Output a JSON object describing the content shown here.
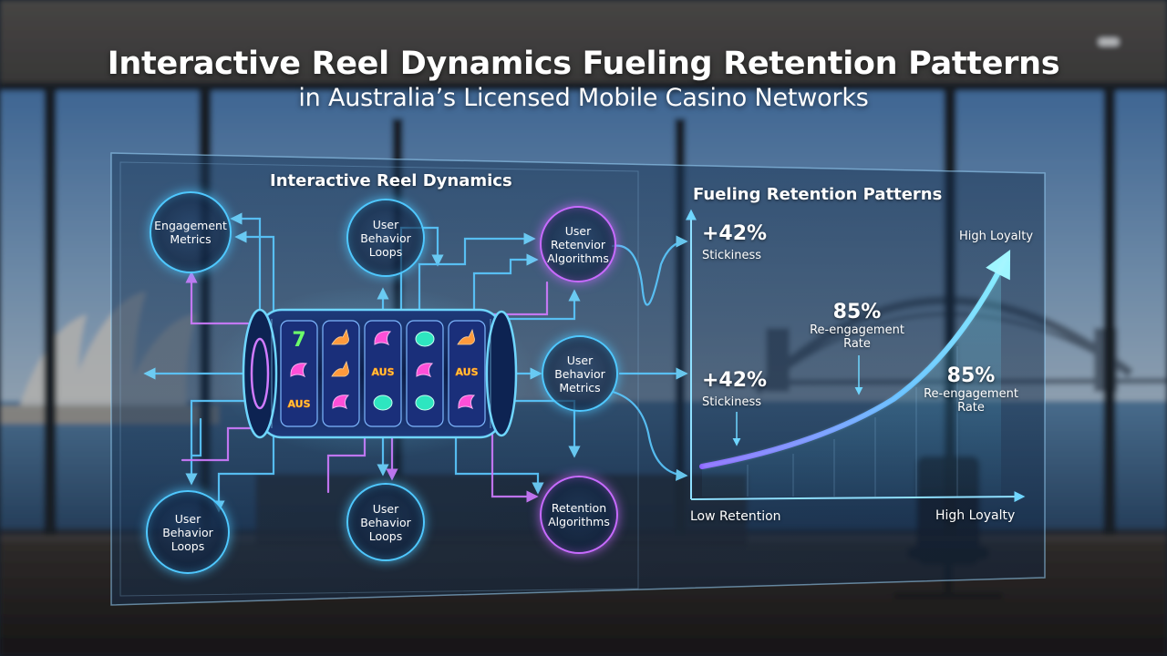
{
  "header": {
    "title": "Interactive Reel Dynamics Fueling Retention Patterns",
    "subtitle": "in Australia’s Licensed Mobile Casino Networks"
  },
  "left_panel": {
    "title": "Interactive Reel Dynamics",
    "nodes": {
      "engagement_metrics": "Engagement Metrics",
      "user_behavior_loops_top": "User Behavior Loops",
      "user_retention_algorithms": "User Retenvior Algorithms",
      "user_behavior_metrics": "User Behavior Metrics",
      "user_behavior_loops_bottom_left": "User Behavior Loops",
      "user_behavior_loops_bottom_center": "User Behavior Loops",
      "retention_algorithms": "Retention Algorithms"
    },
    "reel_symbols": [
      "7",
      "kangaroo",
      "swirl",
      "gem",
      "kangaroo",
      "swirl",
      "kangaroo",
      "AUS",
      "swirl",
      "AUS",
      "AUS",
      "swirl",
      "gem",
      "gem",
      "swirl"
    ],
    "aus_label": "AUS"
  },
  "right_panel": {
    "title": "Fueling Retention Patterns",
    "stats": {
      "top_left_value": "+42%",
      "top_left_label": "Stickiness",
      "mid_left_value": "+42%",
      "mid_left_label": "Stickiness",
      "center_value": "85%",
      "center_label_1": "Re-engagement",
      "center_label_2": "Rate",
      "right_value": "85%",
      "right_label_1": "Re-engagement",
      "right_label_2": "Rate"
    },
    "curve_label": "High Loyalty",
    "x_axis_left": "Low Retention",
    "x_axis_right": "High Loyalty"
  },
  "colors": {
    "accent_blue": "#4fc8ff",
    "accent_purple": "#c86bff",
    "curve_start": "#8a5cff",
    "curve_end": "#7ff0ff"
  }
}
